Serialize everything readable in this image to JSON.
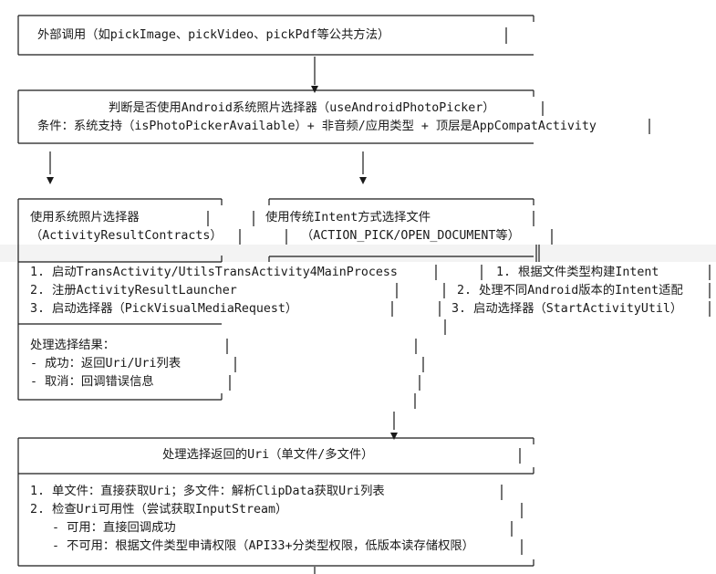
{
  "entry": {
    "text": "外部调用（如pickImage、pickVideo、pickPdf等公共方法）"
  },
  "decision": {
    "title": "判断是否使用Android系统照片选择器（useAndroidPhotoPicker）",
    "condition": "条件：系统支持（isPhotoPickerAvailable）+ 非音频/应用类型 + 顶层是AppCompatActivity"
  },
  "photo_picker": {
    "title": "使用系统照片选择器",
    "subtitle": "（ActivityResultContracts）",
    "steps": [
      "1. 启动TransActivity/UtilsTransActivity4MainProcess",
      "2. 注册ActivityResultLauncher",
      "3. 启动选择器（PickVisualMediaRequest）"
    ],
    "result": {
      "title": "处理选择结果：",
      "items": [
        "- 成功：返回Uri/Uri列表",
        "- 取消：回调错误信息"
      ]
    }
  },
  "intent_picker": {
    "title": "使用传统Intent方式选择文件",
    "subtitle": "（ACTION_PICK/OPEN_DOCUMENT等）",
    "steps": [
      "1. 根据文件类型构建Intent",
      "2. 处理不同Android版本的Intent适配",
      "3. 启动选择器（StartActivityUtil）"
    ]
  },
  "uri_handler": {
    "title": "处理选择返回的Uri（单文件/多文件）",
    "lines": [
      "1. 单文件：直接获取Uri；多文件：解析ClipData获取Uri列表",
      "2. 检查Uri可用性（尝试获取InputStream）",
      "   - 可用：直接回调成功",
      "   - 不可用：根据文件类型申请权限（API33+分类型权限，低版本读存储权限）"
    ]
  }
}
